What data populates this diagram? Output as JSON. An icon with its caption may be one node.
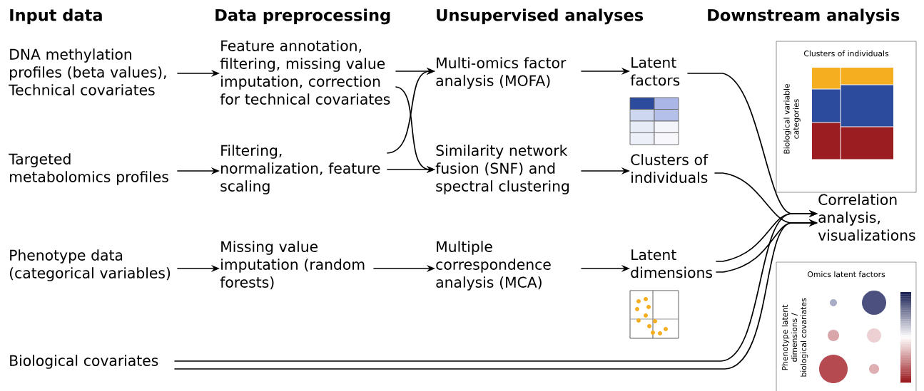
{
  "diagram": {
    "nodes": [
      {
        "text": [
          "DNA methylation profiles (beta values), Technical covariates"
        ]
      },
      {
        "text": [
          "Targeted metabolomics profiles"
        ]
      },
      {
        "text": [
          "Phenotype data (categorical variables)"
        ]
      },
      {
        "text": [
          "Biological covariates"
        ]
      },
      {
        "text": [
          "Feature annotation, filtering, missing value imputation, correction for technical covariates"
        ]
      },
      {
        "text": [
          "Filtering, normalization, feature scaling"
        ]
      },
      {
        "text": [
          "Missing value imputation (random forests)"
        ]
      },
      {
        "text": [
          "Multi-omics factor analysis (MOFA)"
        ]
      },
      {
        "text": [
          "Similarity network fusion (SNF) and spectral clustering"
        ]
      },
      {
        "text": [
          "Multiple correspondence analysis (MCA)"
        ]
      },
      {
        "text": [
          "Latent factors"
        ]
      },
      {
        "text": [
          "Clusters of individuals"
        ]
      },
      {
        "text": [
          "Latent dimensions"
        ]
      },
      {
        "text": [
          "Correlation analysis, visualizations"
        ]
      }
    ],
    "edges": [
      {
        "from": 0,
        "to": 4,
        "arrow": "to"
      },
      {
        "from": 1,
        "to": 5,
        "arrow": "to"
      },
      {
        "from": 2,
        "to": 6,
        "arrow": "to"
      },
      {
        "from": 4,
        "to": 7,
        "arrow": "to"
      },
      {
        "from": 4,
        "to": 8,
        "arrow": "to"
      },
      {
        "from": 5,
        "to": 7,
        "arrow": "to"
      },
      {
        "from": 5,
        "to": 8,
        "arrow": "to"
      },
      {
        "from": 6,
        "to": 9,
        "arrow": "to"
      },
      {
        "from": 7,
        "to": 10,
        "arrow": "to"
      },
      {
        "from": 8,
        "to": 11,
        "arrow": "to"
      },
      {
        "from": 9,
        "to": 12,
        "arrow": "to"
      },
      {
        "from": 10,
        "to": 13,
        "arrow": "to"
      },
      {
        "from": 11,
        "to": 13,
        "arrow": "to"
      },
      {
        "from": 12,
        "to": 13,
        "arrow": "to"
      },
      {
        "from": 12,
        "to": 13,
        "arrow": "to"
      },
      {
        "from": 3,
        "to": 13,
        "arrow": "to"
      },
      {
        "from": 3,
        "to": 13,
        "arrow": "to"
      }
    ],
    "labels": [
      "Input data",
      "Data preprocessing",
      "Unsupervised analyses",
      "Downstream analysis",
      "Clusters of individuals",
      "Biological variable categories",
      "Omics latent factors",
      "Phenotype latent dimensions / biological covariates"
    ]
  }
}
